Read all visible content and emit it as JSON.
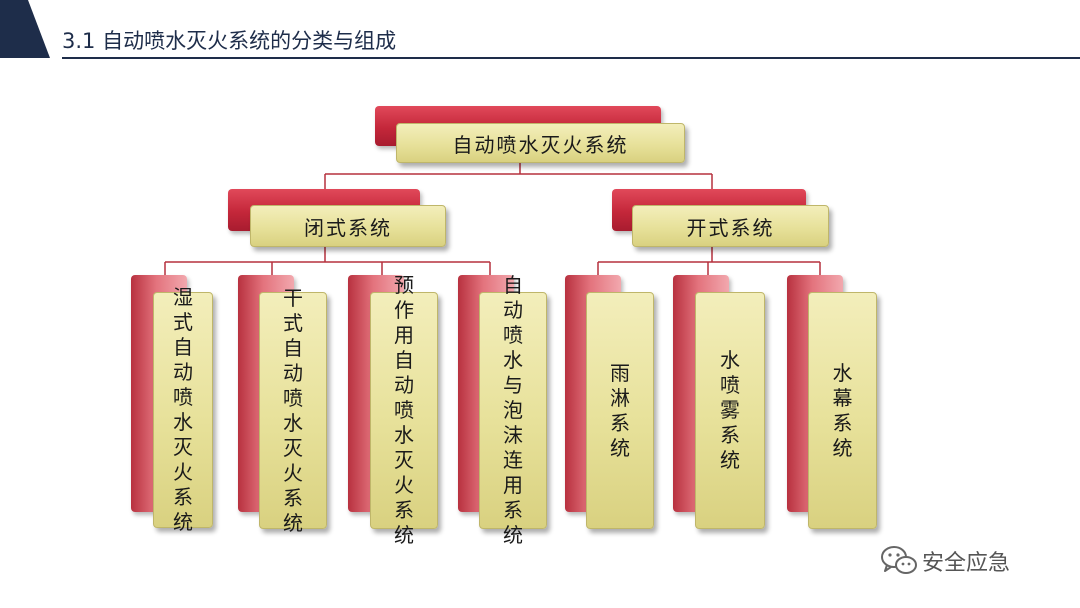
{
  "header": {
    "title": "3.1 自动喷水灭火系统的分类与组成",
    "accent_color": "#1e2d4a"
  },
  "diagram": {
    "root": "自动喷水灭火系统",
    "groups": [
      {
        "label": "闭式系统",
        "children": [
          "湿式自动喷水灭火系统",
          "干式自动喷水灭火系统",
          "预作用自动喷水灭火系统",
          "自动喷水与泡沫连用系统"
        ]
      },
      {
        "label": "开式系统",
        "children": [
          "雨淋系统",
          "水喷雾系统",
          "水幕系统"
        ]
      }
    ],
    "colors": {
      "back_box": "#c4273a",
      "front_box": "#e7e19a",
      "connector": "#b5303d"
    }
  },
  "watermark": {
    "icon": "wechat-icon",
    "text": "安全应急"
  }
}
